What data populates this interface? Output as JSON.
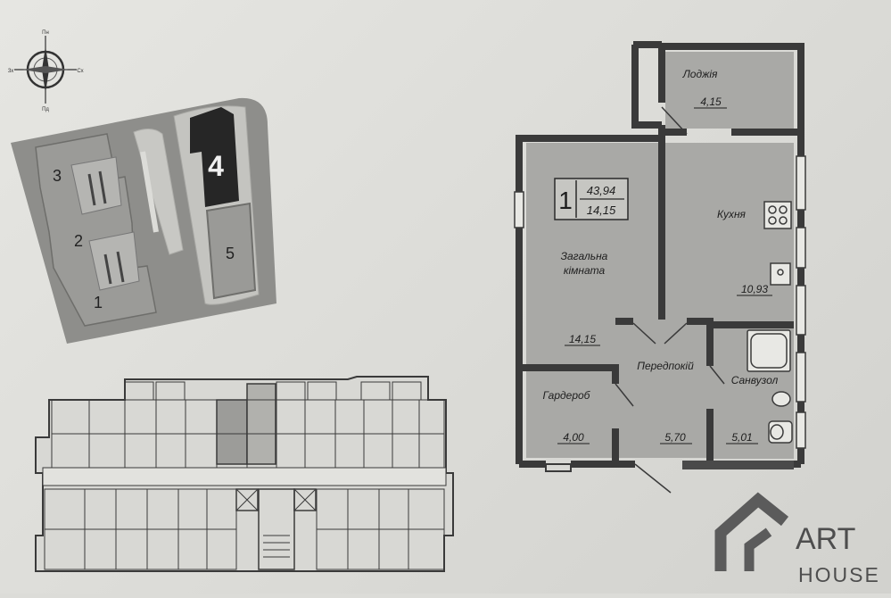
{
  "compass": {
    "north": "Пн",
    "south": "Пд",
    "west": "Зх",
    "east": "Сх"
  },
  "site_plan": {
    "buildings": [
      {
        "number": "1"
      },
      {
        "number": "2"
      },
      {
        "number": "3"
      },
      {
        "number": "4",
        "highlighted": true
      },
      {
        "number": "5"
      }
    ]
  },
  "apartment": {
    "rooms_count": "1",
    "total_area": "43,94",
    "living_area": "14,15",
    "rooms": [
      {
        "name": "Лоджія",
        "area": "4,15"
      },
      {
        "name": "Кухня",
        "area": "10,93"
      },
      {
        "name": "Загальна кімната",
        "name_line1": "Загальна",
        "name_line2": "кімната",
        "area": "14,15"
      },
      {
        "name": "Передпокій",
        "area": "5,70"
      },
      {
        "name": "Гардероб",
        "area": "4,00"
      },
      {
        "name": "Санвузол",
        "area": "5,01"
      }
    ]
  },
  "logo": {
    "line1": "ART",
    "line2": "HOUSE"
  },
  "colors": {
    "room_fill": "#a9a9a6",
    "wall": "#3a3a3a",
    "highlight": "#2a2a2a",
    "logo": "#5b5b5b"
  }
}
